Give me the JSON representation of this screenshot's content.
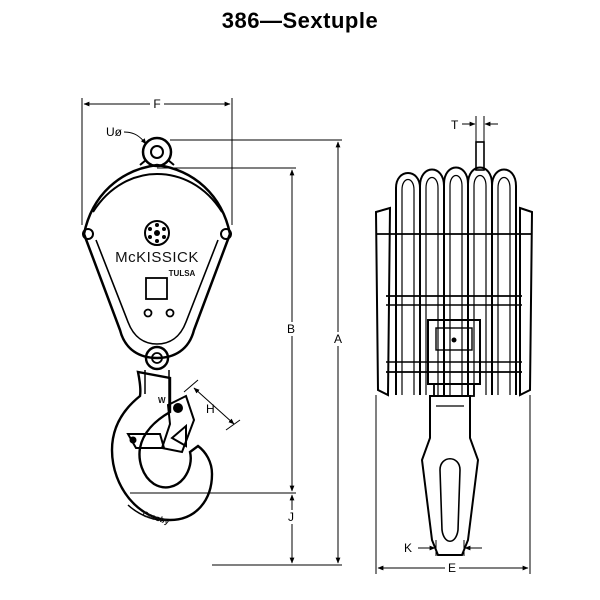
{
  "title": "386—Sextuple",
  "brand": {
    "name": "McKISSICK",
    "city": "TULSA",
    "hook_mark": "Crosby",
    "latch_mark": "W"
  },
  "dimension_labels": {
    "F": "F",
    "U": "Uø",
    "A": "A",
    "B": "B",
    "H": "H",
    "J": "J",
    "T": "T",
    "K": "K",
    "E": "E"
  },
  "colors": {
    "line": "#000000",
    "background": "#ffffff"
  }
}
